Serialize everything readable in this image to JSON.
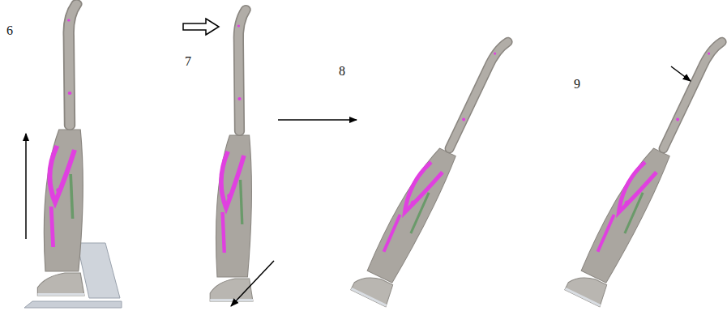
{
  "diagram": {
    "labels": [
      "6",
      "7",
      "8",
      "9"
    ]
  }
}
